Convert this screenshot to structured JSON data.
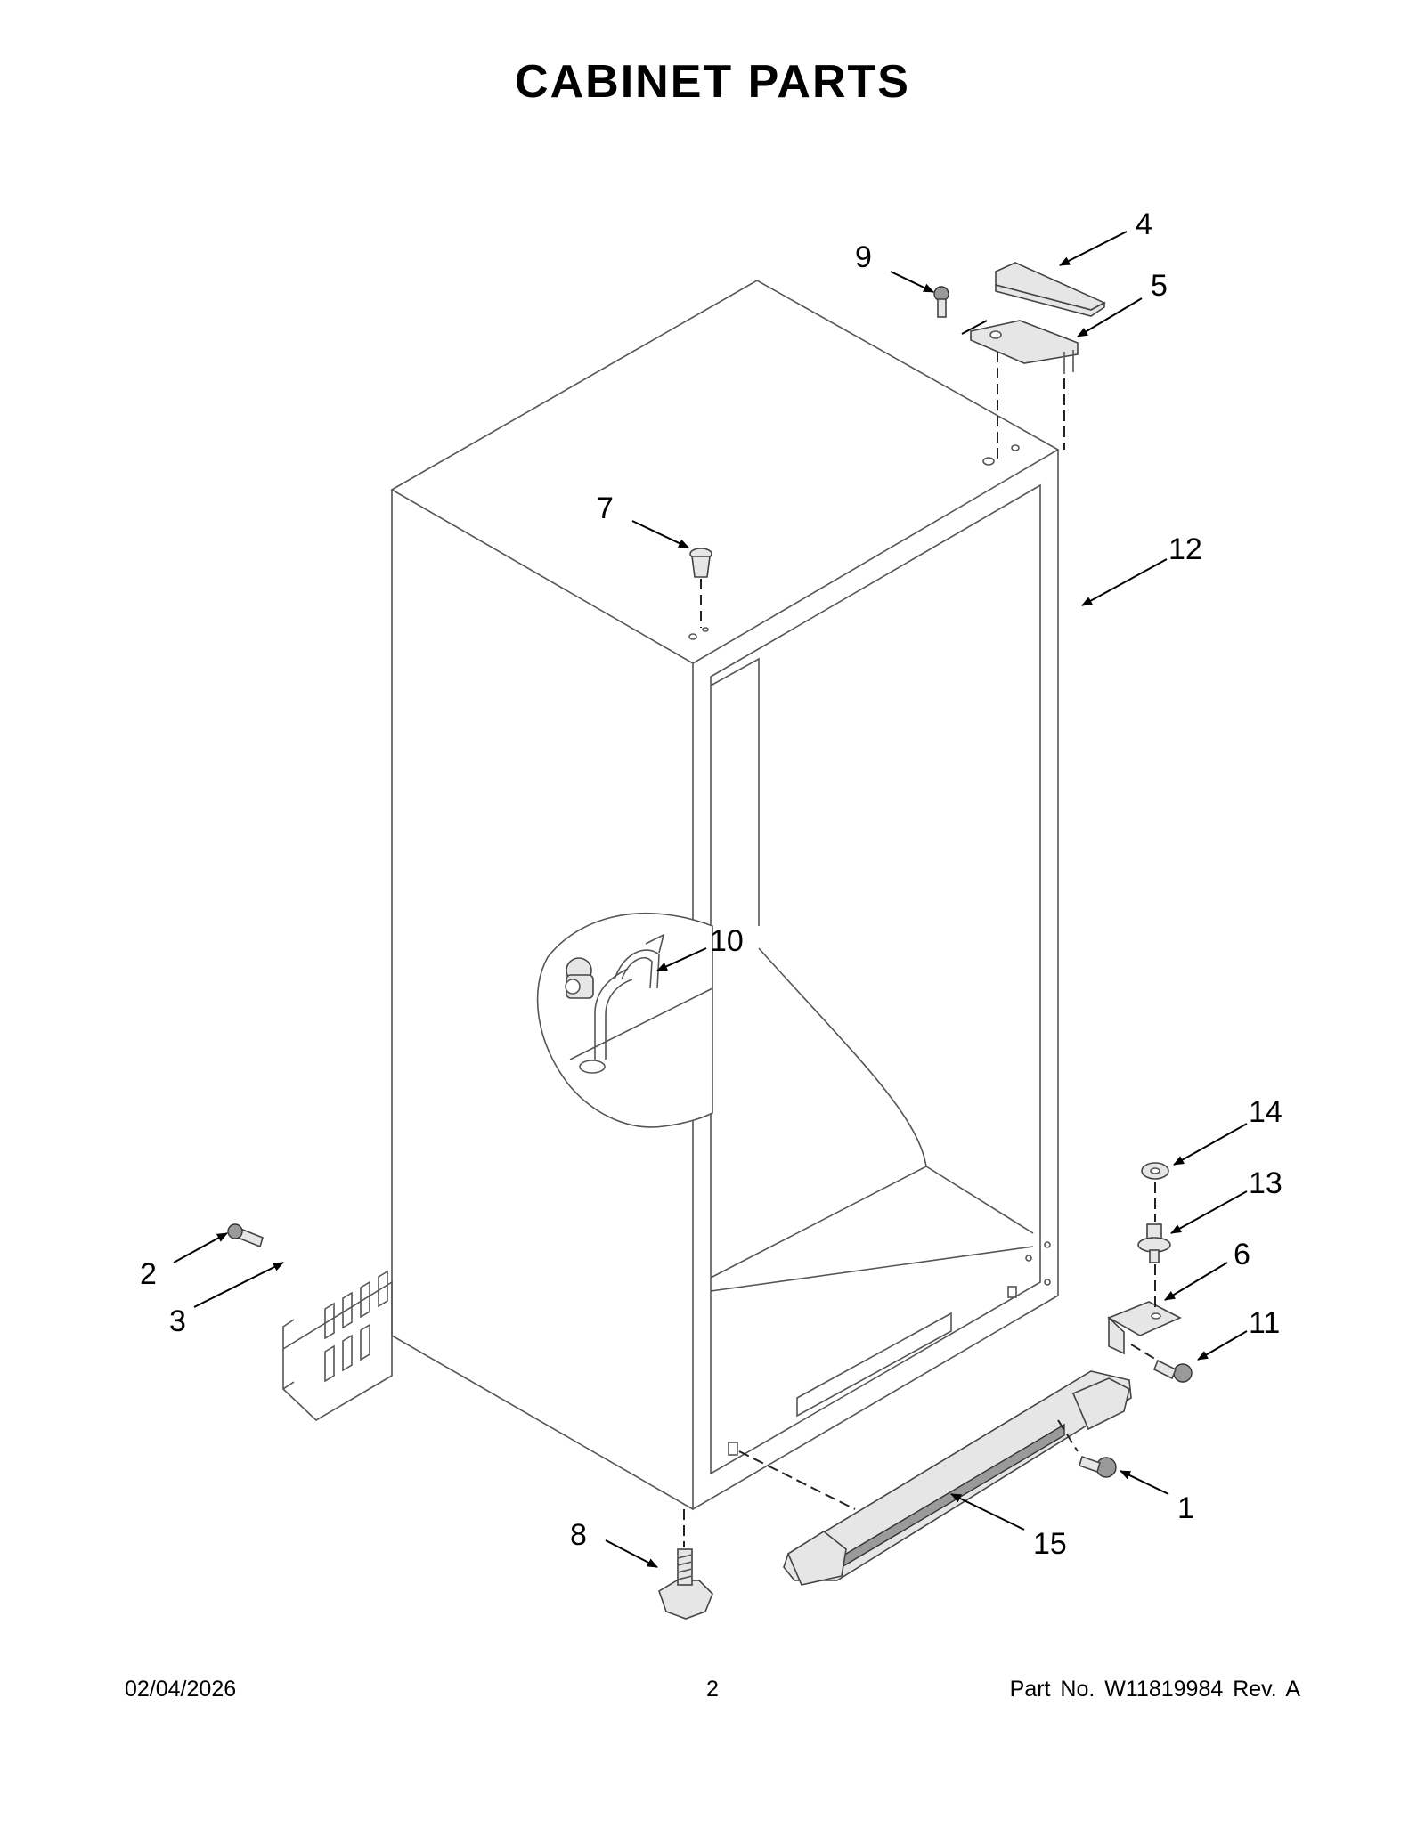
{
  "title": "CABINET PARTS",
  "callouts": {
    "c1": "1",
    "c2": "2",
    "c3": "3",
    "c4": "4",
    "c5": "5",
    "c6": "6",
    "c7": "7",
    "c8": "8",
    "c9": "9",
    "c10": "10",
    "c11": "11",
    "c12": "12",
    "c13": "13",
    "c14": "14",
    "c15": "15"
  },
  "footer": {
    "date": "02/04/2026",
    "page": "2",
    "part": "Part No.  W11819984  Rev.  A"
  }
}
